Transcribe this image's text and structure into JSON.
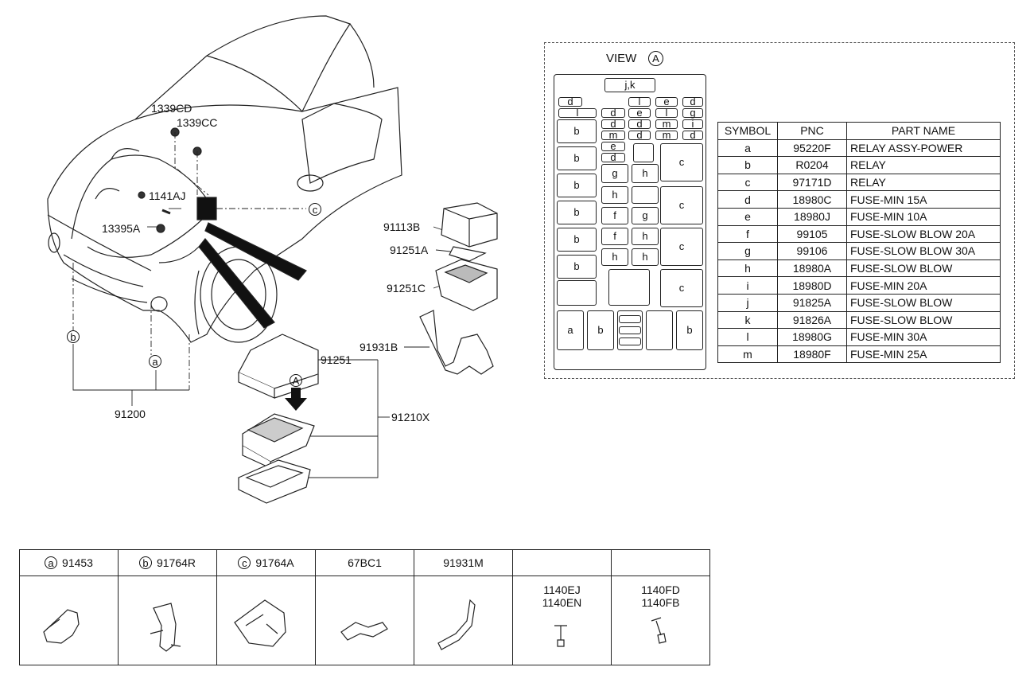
{
  "callouts": {
    "p1339CD": "1339CD",
    "p1339CC": "1339CC",
    "p1141AJ": "1141AJ",
    "p13395A": "13395A",
    "p91200": "91200",
    "p91251": "91251",
    "p91210X": "91210X",
    "p91113B": "91113B",
    "p91251A": "91251A",
    "p91251C": "91251C",
    "p91931B": "91931B",
    "sym_a": "a",
    "sym_b": "b",
    "sym_c": "c",
    "view_a": "A"
  },
  "view": {
    "title": "VIEW",
    "marker": "A",
    "top_label": "j,k"
  },
  "symbol_table": {
    "headers": [
      "SYMBOL",
      "PNC",
      "PART NAME"
    ],
    "rows": [
      {
        "symbol": "a",
        "pnc": "95220F",
        "name": "RELAY ASSY-POWER"
      },
      {
        "symbol": "b",
        "pnc": "R0204",
        "name": "RELAY"
      },
      {
        "symbol": "c",
        "pnc": "97171D",
        "name": "RELAY"
      },
      {
        "symbol": "d",
        "pnc": "18980C",
        "name": "FUSE-MIN 15A"
      },
      {
        "symbol": "e",
        "pnc": "18980J",
        "name": "FUSE-MIN 10A"
      },
      {
        "symbol": "f",
        "pnc": "99105",
        "name": "FUSE-SLOW BLOW 20A"
      },
      {
        "symbol": "g",
        "pnc": "99106",
        "name": "FUSE-SLOW BLOW 30A"
      },
      {
        "symbol": "h",
        "pnc": "18980A",
        "name": "FUSE-SLOW BLOW"
      },
      {
        "symbol": "i",
        "pnc": "18980D",
        "name": "FUSE-MIN 20A"
      },
      {
        "symbol": "j",
        "pnc": "91825A",
        "name": "FUSE-SLOW BLOW"
      },
      {
        "symbol": "k",
        "pnc": "91826A",
        "name": "FUSE-SLOW BLOW"
      },
      {
        "symbol": "l",
        "pnc": "18980G",
        "name": "FUSE-MIN 30A"
      },
      {
        "symbol": "m",
        "pnc": "18980F",
        "name": "FUSE-MIN 25A"
      }
    ]
  },
  "parts": [
    {
      "marker": "a",
      "code": "91453",
      "note1": "",
      "note2": ""
    },
    {
      "marker": "b",
      "code": "91764R",
      "note1": "",
      "note2": ""
    },
    {
      "marker": "c",
      "code": "91764A",
      "note1": "",
      "note2": ""
    },
    {
      "marker": "",
      "code": "67BC1",
      "note1": "",
      "note2": ""
    },
    {
      "marker": "",
      "code": "91931M",
      "note1": "",
      "note2": ""
    },
    {
      "marker": "",
      "code": "",
      "note1": "1140EJ",
      "note2": "1140EN"
    },
    {
      "marker": "",
      "code": "",
      "note1": "1140FD",
      "note2": "1140FB"
    }
  ],
  "fuse_cells": {
    "d": "d",
    "l": "l",
    "e": "e",
    "g": "g",
    "m": "m",
    "i": "i",
    "b": "b",
    "c": "c",
    "a": "a",
    "h": "h",
    "f": "f"
  }
}
